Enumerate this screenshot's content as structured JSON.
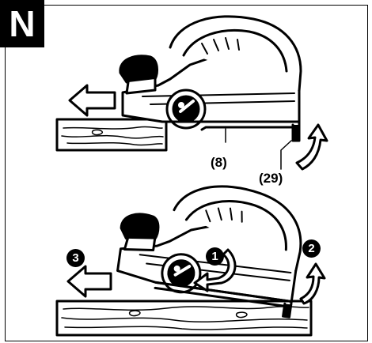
{
  "figure": {
    "letter": "N"
  },
  "top_view": {
    "labels": {
      "soleplate": "(8)",
      "parking_shoe": "(29)"
    }
  },
  "bottom_view": {
    "steps": [
      "1",
      "2",
      "3"
    ]
  },
  "colors": {
    "ink": "#000000",
    "paper": "#ffffff"
  },
  "icons": [
    "arrow-left-icon",
    "curved-arrow-up-icon",
    "curved-arrow-down-icon"
  ]
}
